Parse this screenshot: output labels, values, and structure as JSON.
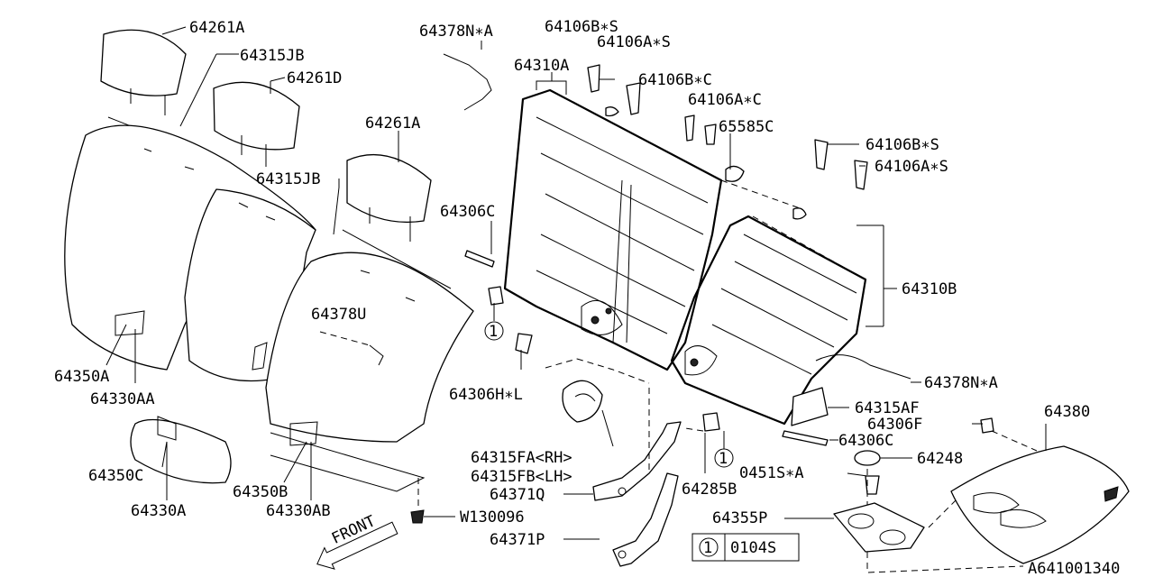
{
  "labels": {
    "p64261A_1": "64261A",
    "p64315JB_1": "64315JB",
    "p64261D": "64261D",
    "p64315JB_2": "64315JB",
    "p64261A_2": "64261A",
    "p64378NA_top": "64378N∗A",
    "p64106BS_1": "64106B∗S",
    "p64106AS_1": "64106A∗S",
    "p64310A": "64310A",
    "p64106BC": "64106B∗C",
    "p64106AC": "64106A∗C",
    "p65585C": "65585C",
    "p64106BS_2": "64106B∗S",
    "p64106AS_2": "64106A∗S",
    "p64306C_1": "64306C",
    "p64310B": "64310B",
    "p64378U": "64378U",
    "p64350A": "64350A",
    "p64330AA": "64330AA",
    "p64306HL": "64306H∗L",
    "p64378NA_right": "64378N∗A",
    "p64315AF": "64315AF",
    "p64306F": "64306F",
    "p64380": "64380",
    "p64306C_2": "64306C",
    "p64315FA": "64315FA<RH>",
    "p64315FB": "64315FB<LH>",
    "p64248": "64248",
    "p0451SA": "0451S∗A",
    "p64350C": "64350C",
    "p64350B": "64350B",
    "p64330A": "64330A",
    "p64330AB": "64330AB",
    "p64371Q": "64371Q",
    "p64285B": "64285B",
    "pW130096": "W130096",
    "p64355P": "64355P",
    "p64371P": "64371P"
  },
  "callouts": {
    "ref_number": "1",
    "legend_number": "1",
    "legend_part": "0104S"
  },
  "front_arrow": "FRONT",
  "diagram_id": "A641001340"
}
